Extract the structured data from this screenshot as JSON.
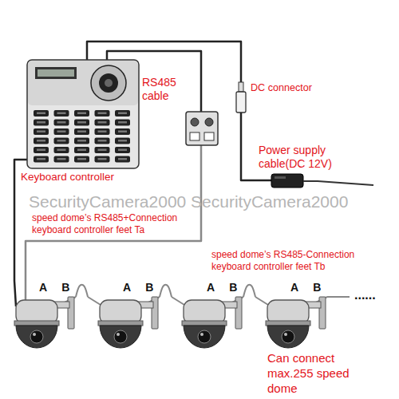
{
  "diagram": {
    "nodes": [
      {
        "text": [
          "Keyboard controller"
        ]
      },
      {
        "text": [
          "RS485 cable"
        ]
      },
      {
        "text": [
          "DC connector"
        ]
      },
      {
        "text": [
          "Power supply cable(DC 12V)"
        ]
      },
      {
        "text": [
          "A",
          "B"
        ]
      },
      {
        "text": [
          "A",
          "B"
        ]
      },
      {
        "text": [
          "A",
          "B"
        ]
      },
      {
        "text": [
          "A",
          "B"
        ]
      }
    ],
    "edges": [
      {
        "from": 0,
        "to": 1,
        "arrow": "none"
      },
      {
        "from": 0,
        "to": 2,
        "arrow": "none"
      },
      {
        "from": 2,
        "to": 3,
        "arrow": "none"
      },
      {
        "from": 0,
        "to": 4,
        "arrow": "none"
      },
      {
        "from": 1,
        "to": 4,
        "arrow": "none"
      },
      {
        "from": 4,
        "to": 5,
        "arrow": "none"
      },
      {
        "from": 5,
        "to": 6,
        "arrow": "none"
      },
      {
        "from": 6,
        "to": 7,
        "arrow": "none"
      }
    ],
    "labels": [
      "SecurityCamera2000 SecurityCamera2000",
      "speed dome’s RS485+Connection keyboard controller feet Ta",
      "speed dome’s RS485-Connection keyboard controller feet Tb",
      "......",
      "Can connect max.255 speed dome"
    ]
  }
}
